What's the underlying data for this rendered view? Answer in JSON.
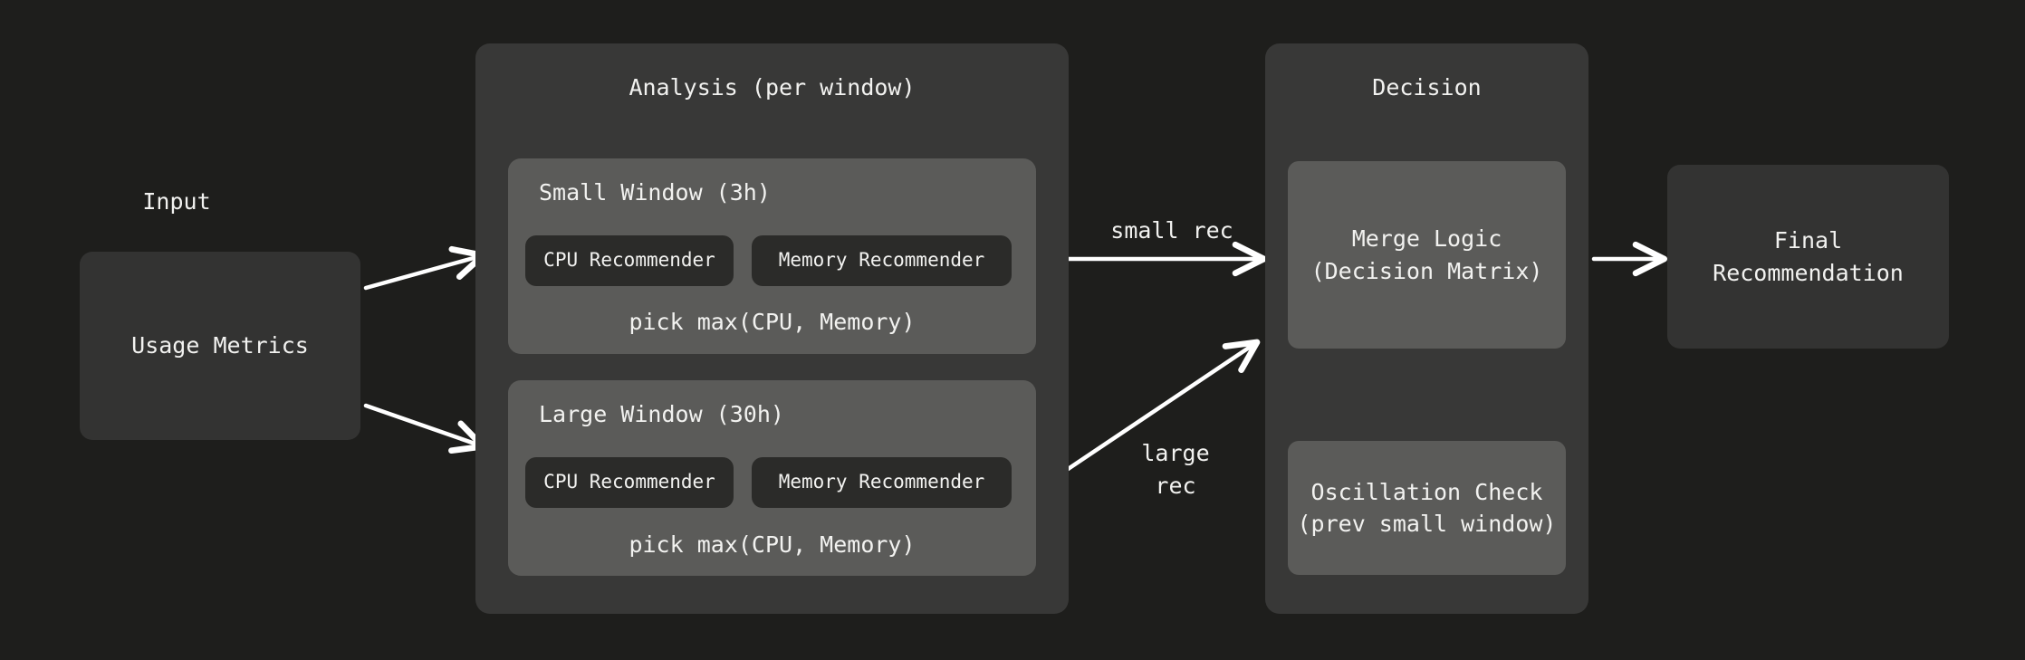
{
  "diagram": {
    "title_visible": false,
    "background_color": "#1e1e1c",
    "text_color": "#f2f2f0",
    "arrow_color": "#ffffff"
  },
  "input": {
    "caption": "Input",
    "node_label": "Usage Metrics"
  },
  "analysis": {
    "panel_title": "Analysis (per window)",
    "windows": [
      {
        "title": "Small Window (3h)",
        "cpu_label": "CPU Recommender",
        "memory_label": "Memory Recommender",
        "pick_label": "pick max(CPU, Memory)"
      },
      {
        "title": "Large Window (30h)",
        "cpu_label": "CPU Recommender",
        "memory_label": "Memory Recommender",
        "pick_label": "pick max(CPU, Memory)"
      }
    ]
  },
  "decision": {
    "panel_title": "Decision",
    "merge_logic_label": "Merge Logic\n(Decision Matrix)",
    "oscillation_label": "Oscillation Check\n(prev small window)"
  },
  "output": {
    "final_label": "Final\nRecommendation"
  },
  "edges": {
    "small_rec_label": "small rec",
    "large_rec_label": "large\nrec",
    "input_to_small": "",
    "input_to_large": "",
    "merge_to_final": "",
    "oscillation_to_merge_style": "dashed"
  }
}
